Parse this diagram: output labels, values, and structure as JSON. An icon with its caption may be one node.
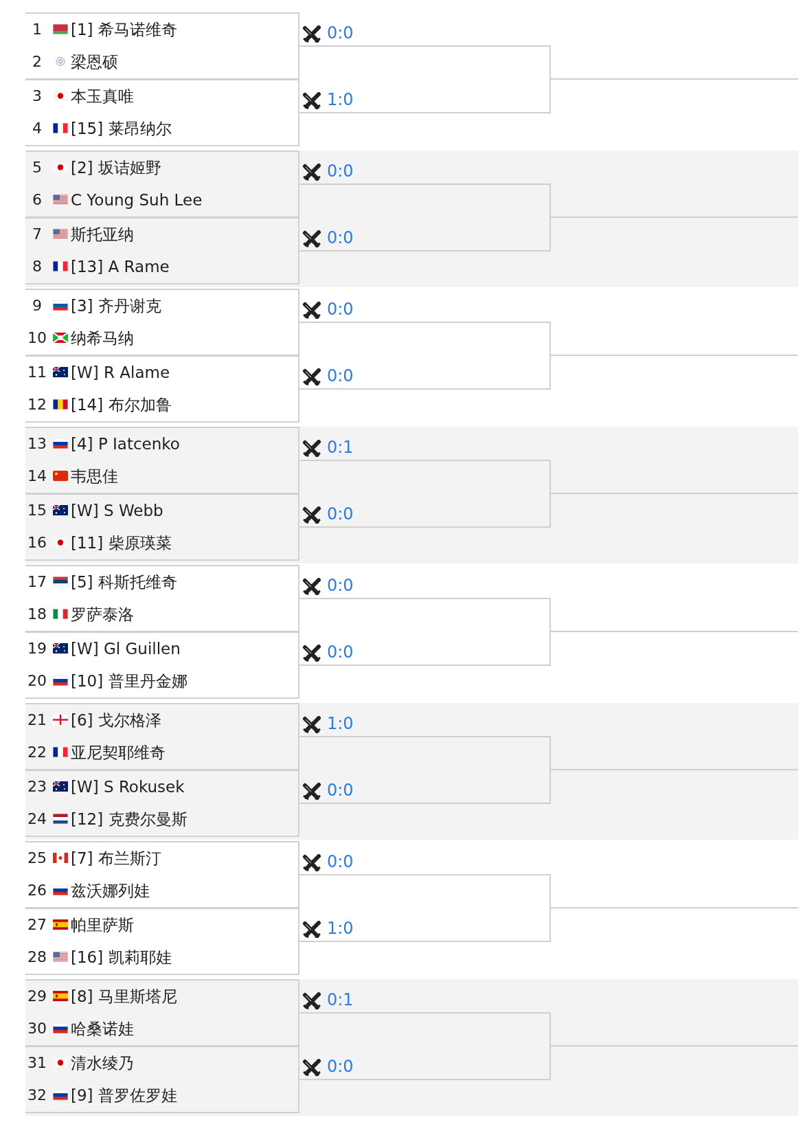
{
  "diagram": {
    "nodes": [
      {
        "text": [],
        "shape": "box",
        "beside": [
          "0:0"
        ]
      },
      {
        "text": [
          "1",
          "[1] 希马诺维奇"
        ],
        "in": 0
      },
      {
        "text": [
          "2",
          "梁恩硕"
        ],
        "in": 0
      },
      {
        "text": [],
        "shape": "box",
        "beside": [
          "1:0"
        ]
      },
      {
        "text": [
          "3",
          "本玉真唯"
        ],
        "in": 3
      },
      {
        "text": [
          "4",
          "[15] 莱昂纳尔"
        ],
        "in": 3
      },
      {
        "text": [],
        "shape": "box",
        "beside": [
          "0:0"
        ]
      },
      {
        "text": [
          "5",
          "[2] 坂诘姬野"
        ],
        "in": 6
      },
      {
        "text": [
          "6",
          "C Young Suh Lee"
        ],
        "in": 6
      },
      {
        "text": [],
        "shape": "box",
        "beside": [
          "0:0"
        ]
      },
      {
        "text": [
          "7",
          "斯托亚纳"
        ],
        "in": 9
      },
      {
        "text": [
          "8",
          "[13] A Rame"
        ],
        "in": 9
      },
      {
        "text": [],
        "shape": "box",
        "beside": [
          "0:0"
        ]
      },
      {
        "text": [
          "9",
          "[3] 齐丹谢克"
        ],
        "in": 12
      },
      {
        "text": [
          "10",
          "纳希马纳"
        ],
        "in": 12
      },
      {
        "text": [],
        "shape": "box",
        "beside": [
          "0:0"
        ]
      },
      {
        "text": [
          "11",
          "[W] R Alame"
        ],
        "in": 15
      },
      {
        "text": [
          "12",
          "[14] 布尔加鲁"
        ],
        "in": 15
      },
      {
        "text": [],
        "shape": "box",
        "beside": [
          "0:1"
        ]
      },
      {
        "text": [
          "13",
          "[4] P Iatcenko"
        ],
        "in": 18
      },
      {
        "text": [
          "14",
          "韦思佳"
        ],
        "in": 18
      },
      {
        "text": [],
        "shape": "box",
        "beside": [
          "0:0"
        ]
      },
      {
        "text": [
          "15",
          "[W] S Webb"
        ],
        "in": 21
      },
      {
        "text": [
          "16",
          "[11] 柴原瑛菜"
        ],
        "in": 21
      },
      {
        "text": [],
        "shape": "box",
        "beside": [
          "0:0"
        ]
      },
      {
        "text": [
          "17",
          "[5] 科斯托维奇"
        ],
        "in": 24
      },
      {
        "text": [
          "18",
          "罗萨泰洛"
        ],
        "in": 24
      },
      {
        "text": [],
        "shape": "box",
        "beside": [
          "0:0"
        ]
      },
      {
        "text": [
          "19",
          "[W] Gl Guillen"
        ],
        "in": 27
      },
      {
        "text": [
          "20",
          "[10] 普里丹金娜"
        ],
        "in": 27
      },
      {
        "text": [],
        "shape": "box",
        "beside": [
          "1:0"
        ]
      },
      {
        "text": [
          "21",
          "[6] 戈尔格泽"
        ],
        "in": 30
      },
      {
        "text": [
          "22",
          "亚尼契耶维奇"
        ],
        "in": 30
      },
      {
        "text": [],
        "shape": "box",
        "beside": [
          "0:0"
        ]
      },
      {
        "text": [
          "23",
          "[W] S Rokusek"
        ],
        "in": 33
      },
      {
        "text": [
          "24",
          "[12] 克费尔曼斯"
        ],
        "in": 33
      },
      {
        "text": [],
        "shape": "box",
        "beside": [
          "0:0"
        ]
      },
      {
        "text": [
          "25",
          "[7] 布兰斯汀"
        ],
        "in": 36
      },
      {
        "text": [
          "26",
          "兹沃娜列娃"
        ],
        "in": 36
      },
      {
        "text": [],
        "shape": "box",
        "beside": [
          "1:0"
        ]
      },
      {
        "text": [
          "27",
          "帕里萨斯"
        ],
        "in": 39
      },
      {
        "text": [
          "28",
          "[16] 凯莉耶娃"
        ],
        "in": 39
      },
      {
        "text": [],
        "shape": "box",
        "beside": [
          "0:1"
        ]
      },
      {
        "text": [
          "29",
          "[8] 马里斯塔尼"
        ],
        "in": 42
      },
      {
        "text": [
          "30",
          "哈桑诺娃"
        ],
        "in": 42
      },
      {
        "text": [],
        "shape": "box",
        "beside": [
          "0:0"
        ]
      },
      {
        "text": [
          "31",
          "清水绫乃"
        ],
        "in": 45
      },
      {
        "text": [
          "32",
          "[9] 普罗佐罗娃"
        ],
        "in": 45
      }
    ],
    "edges": [
      {
        "from": 0,
        "to": null,
        "arrow": "none"
      },
      {
        "from": 3,
        "to": null,
        "arrow": "none"
      },
      {
        "from": 6,
        "to": null,
        "arrow": "none"
      },
      {
        "from": 9,
        "to": null,
        "arrow": "none"
      },
      {
        "from": 12,
        "to": null,
        "arrow": "none"
      },
      {
        "from": 15,
        "to": null,
        "arrow": "none"
      },
      {
        "from": 18,
        "to": null,
        "arrow": "none"
      },
      {
        "from": 21,
        "to": null,
        "arrow": "none"
      },
      {
        "from": 24,
        "to": null,
        "arrow": "none"
      },
      {
        "from": 27,
        "to": null,
        "arrow": "none"
      },
      {
        "from": 30,
        "to": null,
        "arrow": "none"
      },
      {
        "from": 33,
        "to": null,
        "arrow": "none"
      },
      {
        "from": 36,
        "to": null,
        "arrow": "none"
      },
      {
        "from": 39,
        "to": null,
        "arrow": "none"
      },
      {
        "from": 42,
        "to": null,
        "arrow": "none"
      },
      {
        "from": 45,
        "to": null,
        "arrow": "none"
      }
    ]
  }
}
